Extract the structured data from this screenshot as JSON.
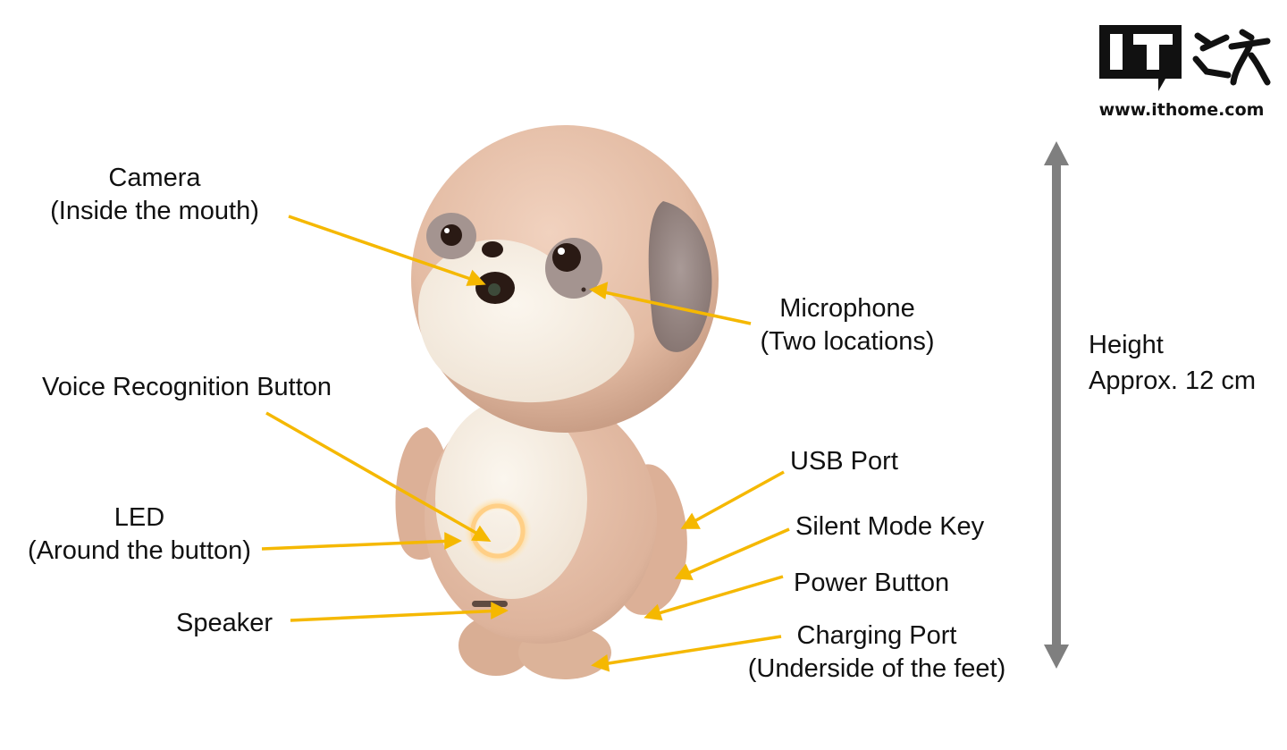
{
  "watermark": {
    "logo_text": "IT之家",
    "url": "www.ithome.com"
  },
  "labels": {
    "camera": [
      "Camera",
      "(Inside the mouth)"
    ],
    "microphone": [
      "Microphone",
      "(Two locations)"
    ],
    "voice_button": [
      "Voice Recognition Button"
    ],
    "led": [
      "LED",
      "(Around the button)"
    ],
    "speaker": [
      "Speaker"
    ],
    "usb_port": [
      "USB Port"
    ],
    "silent_key": [
      "Silent Mode Key"
    ],
    "power_button": [
      "Power Button"
    ],
    "charging_port": [
      "Charging Port",
      "(Underside of the feet)"
    ],
    "height": [
      "Height",
      "Approx. 12 cm"
    ]
  },
  "colors": {
    "leader_line": "#f5b800",
    "height_arrow": "#7f7f7f",
    "body_tan": "#e6bfa6",
    "belly_cream": "#f6ede2",
    "ear_gray": "#9a8a88",
    "led_glow": "#ffd28a"
  }
}
